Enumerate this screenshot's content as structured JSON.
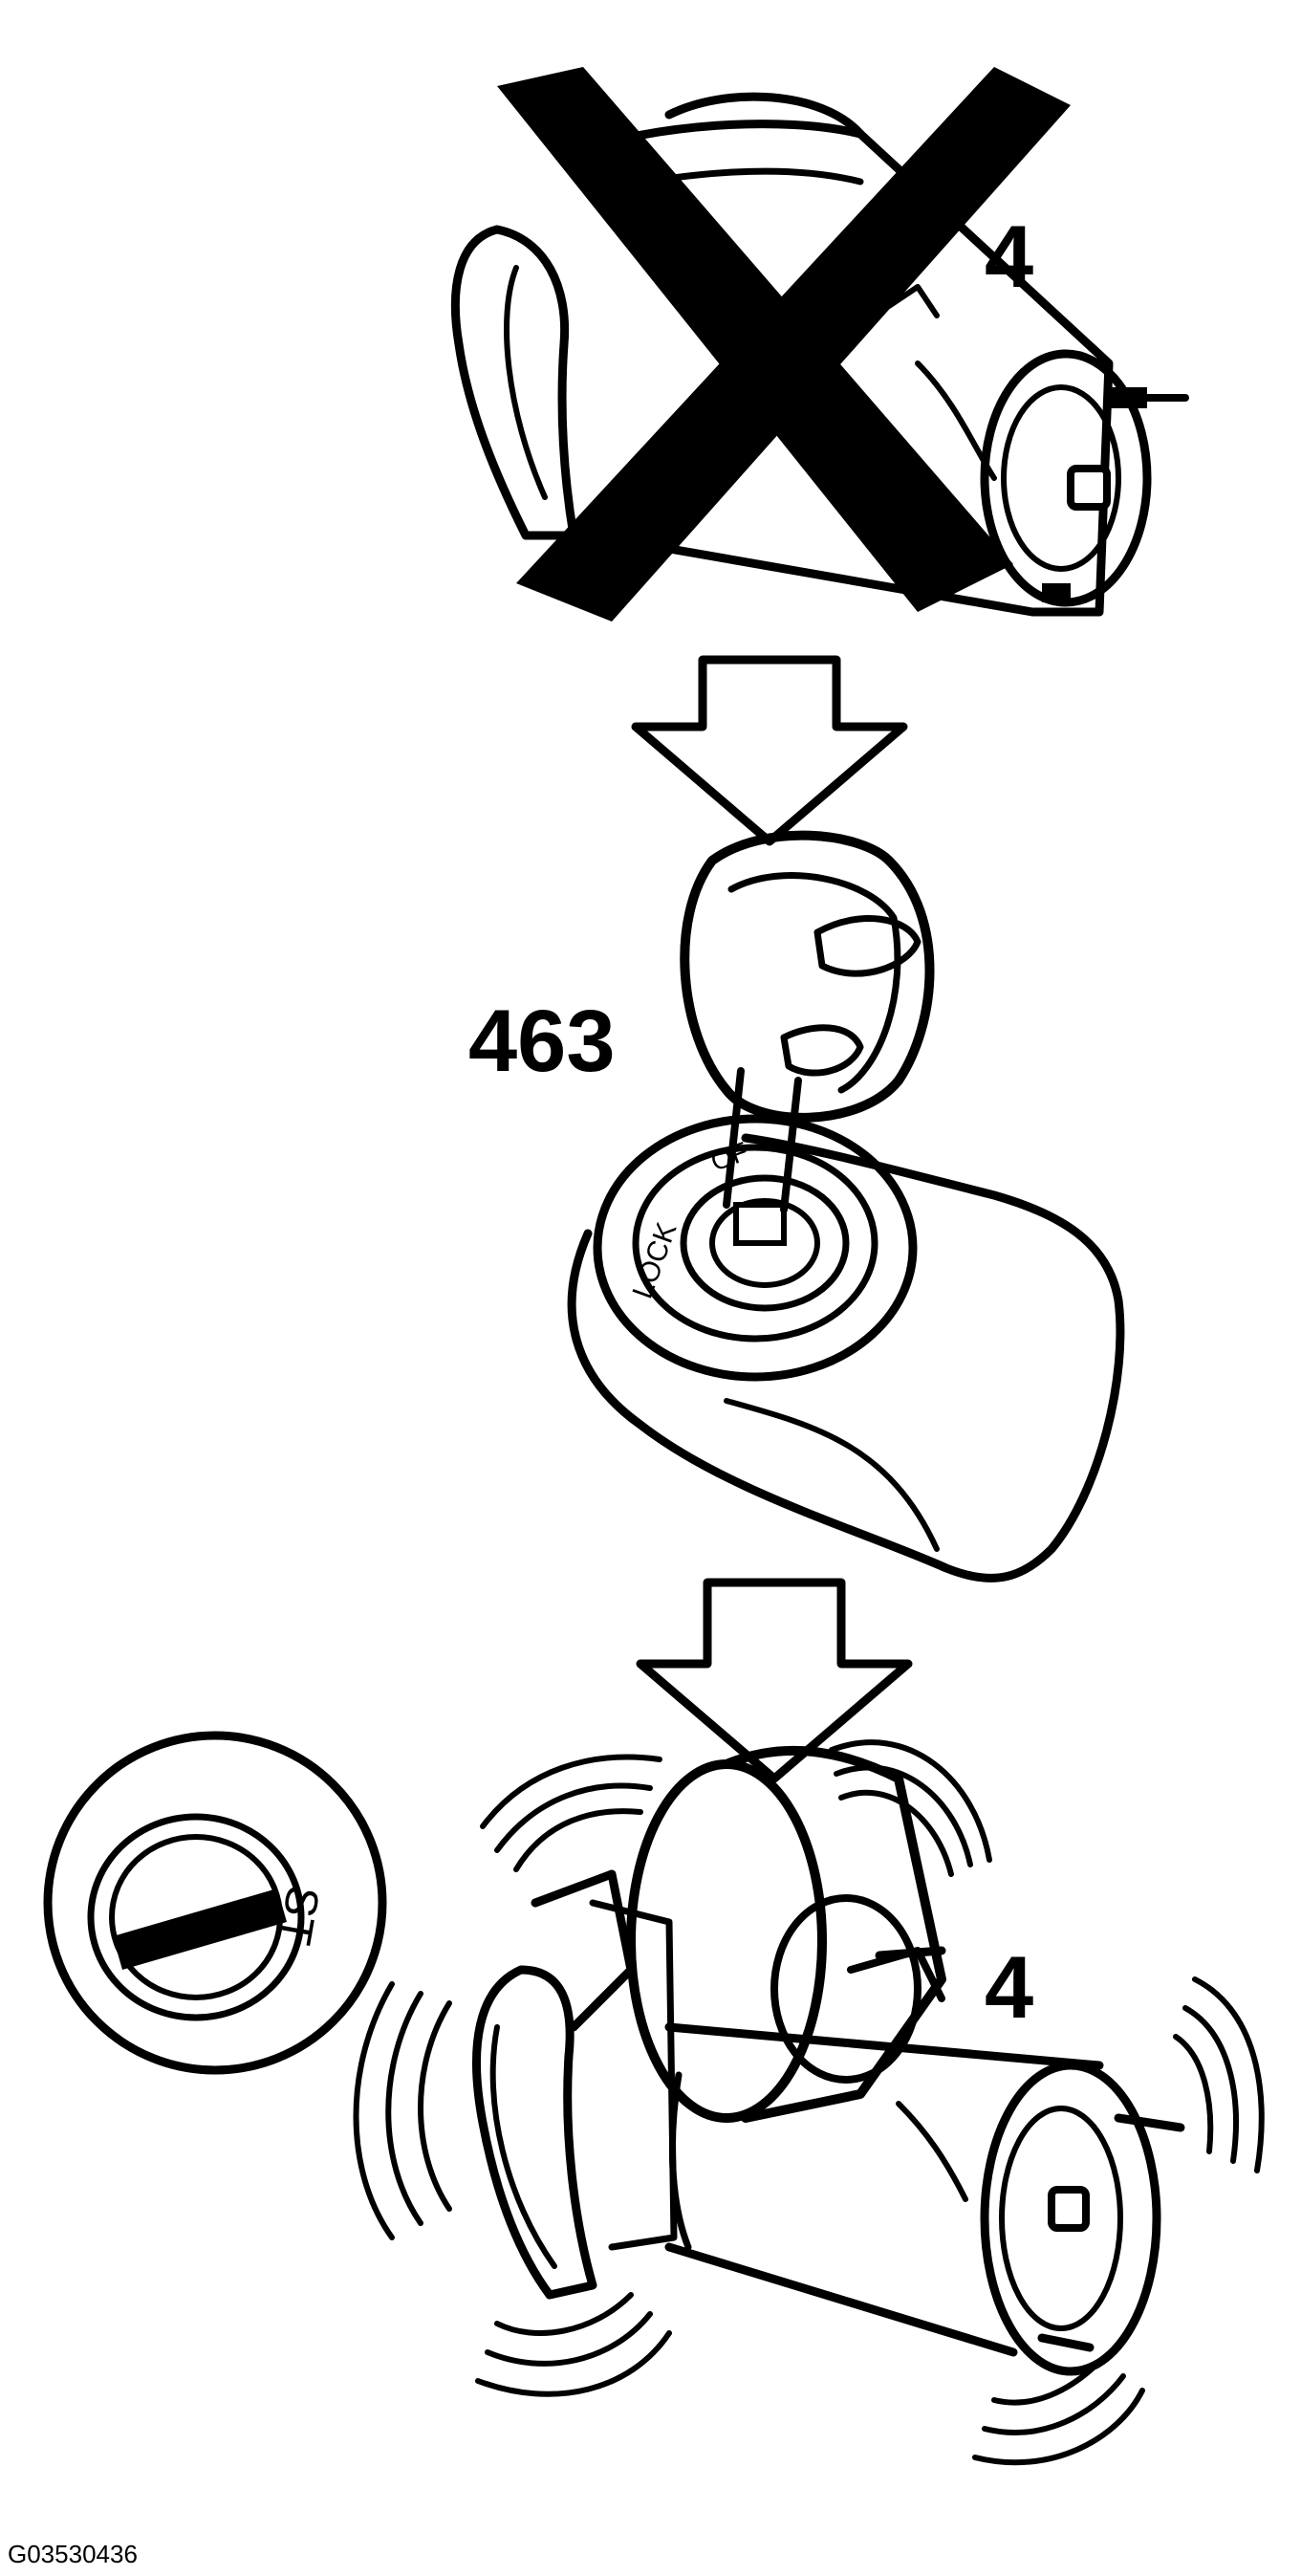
{
  "labels": {
    "top_callout": "4",
    "key_callout": "463",
    "bottom_callout": "4",
    "figure_id": "G03530436"
  },
  "ignition": {
    "lock_text": "LOCK",
    "off_text": "OF"
  },
  "position_dial": {
    "text": "ST"
  },
  "colors": {
    "ink": "#000000",
    "paper": "#ffffff"
  },
  "icons": [
    "cross-out-mark",
    "down-arrow-icon",
    "key-icon",
    "ignition-switch",
    "starter-motor",
    "vibration-lines"
  ]
}
